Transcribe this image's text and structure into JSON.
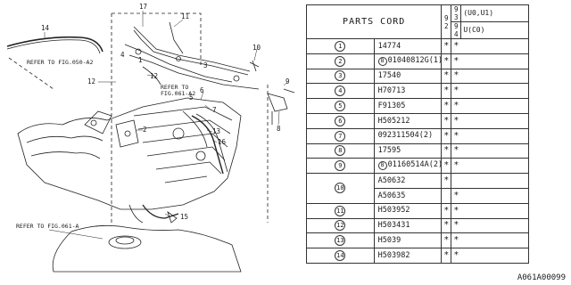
{
  "diagram": {
    "refer_labels": [
      "REFER TO FIG.050-A2",
      "REFER TO",
      "FIG.061-A2",
      "REFER TO FIG.061-A"
    ],
    "callouts": [
      "14",
      "17",
      "11",
      "10",
      "4",
      "1",
      "3",
      "12",
      "9",
      "12",
      "2",
      "6",
      "7",
      "5",
      "8",
      "13",
      "16",
      "15"
    ]
  },
  "table": {
    "header_title": "PARTS CORD",
    "header_code_a": "9 2",
    "header_code_b1": "9 3",
    "header_code_b2": "9 4",
    "model_1": "(U0,U1)",
    "model_2": "U(C0)",
    "rows": [
      {
        "idx": "1",
        "prefix": "",
        "part": "14774",
        "m1": "*",
        "m2": "*"
      },
      {
        "idx": "2",
        "prefix": "B",
        "part": "01040812G(1)",
        "m1": "*",
        "m2": "*"
      },
      {
        "idx": "3",
        "prefix": "",
        "part": "17540",
        "m1": "*",
        "m2": "*"
      },
      {
        "idx": "4",
        "prefix": "",
        "part": "H70713",
        "m1": "*",
        "m2": "*"
      },
      {
        "idx": "5",
        "prefix": "",
        "part": "F91305",
        "m1": "*",
        "m2": "*"
      },
      {
        "idx": "6",
        "prefix": "",
        "part": "H505212",
        "m1": "*",
        "m2": "*"
      },
      {
        "idx": "7",
        "prefix": "",
        "part": "092311504(2)",
        "m1": "*",
        "m2": "*"
      },
      {
        "idx": "8",
        "prefix": "",
        "part": "17595",
        "m1": "*",
        "m2": "*"
      },
      {
        "idx": "9",
        "prefix": "B",
        "part": "01160514A(2)",
        "m1": "*",
        "m2": "*"
      },
      {
        "idx": "10",
        "prefix": "",
        "part": "A50632",
        "m1": "*",
        "m2": ""
      },
      {
        "idx": "",
        "prefix": "",
        "part": "A50635",
        "m1": "",
        "m2": "*"
      },
      {
        "idx": "11",
        "prefix": "",
        "part": "H503952",
        "m1": "*",
        "m2": "*"
      },
      {
        "idx": "12",
        "prefix": "",
        "part": "H503431",
        "m1": "*",
        "m2": "*"
      },
      {
        "idx": "13",
        "prefix": "",
        "part": "H5039",
        "m1": "*",
        "m2": "*"
      },
      {
        "idx": "14",
        "prefix": "",
        "part": "H503982",
        "m1": "*",
        "m2": "*"
      }
    ]
  },
  "diagram_code": "A061A00099"
}
